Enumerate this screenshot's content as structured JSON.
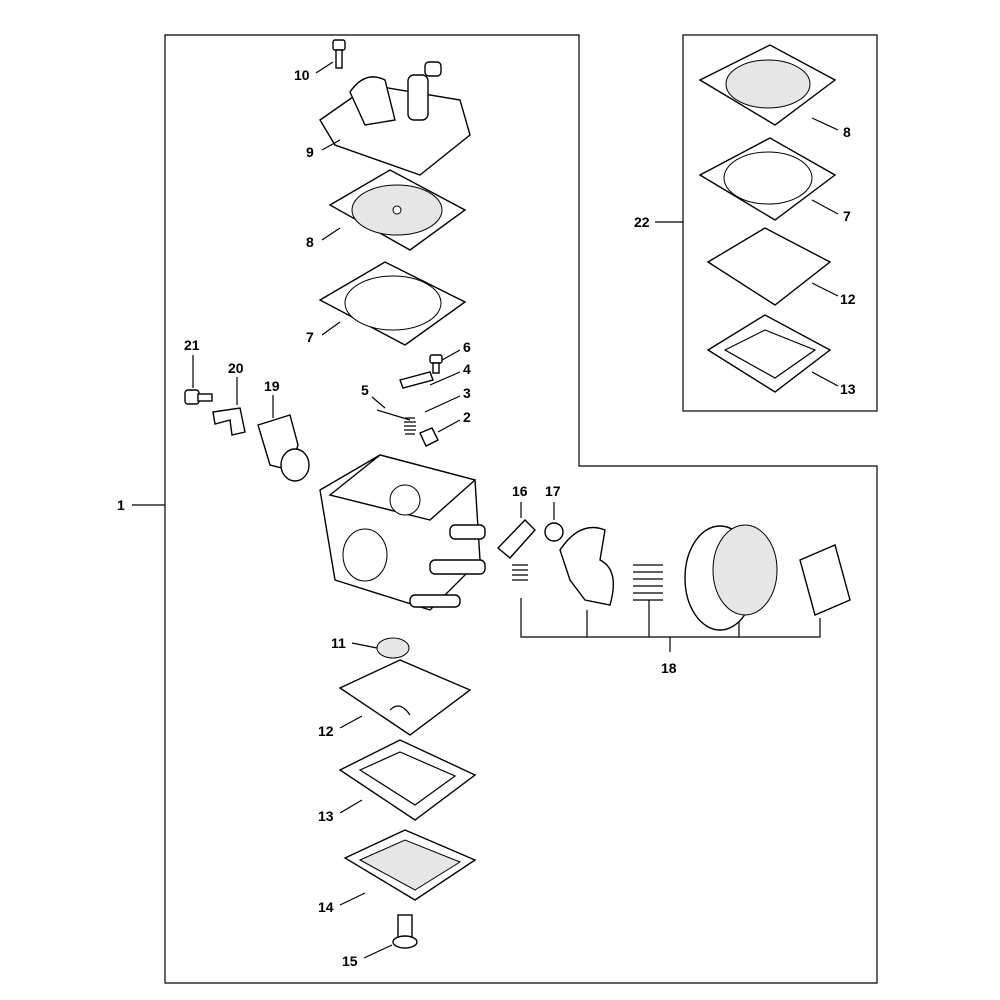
{
  "diagram": {
    "type": "exploded parts diagram",
    "callouts": {
      "c1": "1",
      "c2": "2",
      "c3": "3",
      "c4": "4",
      "c5": "5",
      "c6": "6",
      "c7": "7",
      "c8": "8",
      "c9": "9",
      "c10": "10",
      "c11": "11",
      "c12": "12",
      "c13": "13",
      "c14": "14",
      "c15": "15",
      "c16": "16",
      "c17": "17",
      "c18": "18",
      "c19": "19",
      "c20": "20",
      "c21": "21",
      "k22": "22",
      "k8": "8",
      "k7": "7",
      "k12": "12",
      "k13": "13"
    }
  }
}
